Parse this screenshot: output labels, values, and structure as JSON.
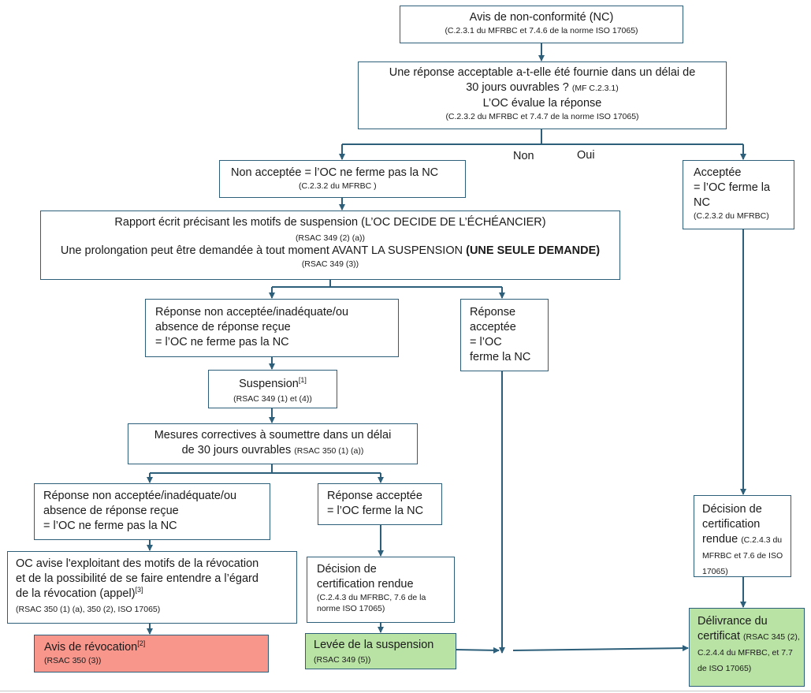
{
  "boxes": {
    "b1": {
      "title": "Avis de non-conformité (NC)",
      "ref": "(C.2.3.1 du MFRBC et 7.4.6 de la norme ISO 17065)"
    },
    "b2": {
      "line1": "Une réponse acceptable a-t-elle été fournie dans un délai de",
      "line2": "30 jours ouvrables ?",
      "line2_ref": "(MF C.2.3.1)",
      "line3": "L’OC évalue la réponse",
      "ref": "(C.2.3.2 du MFRBC et 7.4.7 de la norme ISO 17065)"
    },
    "b3": {
      "text": "Non acceptée = l’OC ne ferme pas la NC",
      "ref": "(C.2.3.2 du MFRBC )"
    },
    "b4": {
      "l1": "Acceptée",
      "l2": "= l’OC ferme la",
      "l3": "NC",
      "ref": "(C.2.3.2 du MFRBC)"
    },
    "b5": {
      "line1": "Rapport écrit précisant les motifs de suspension (L’OC DECIDE DE L’ÉCHÉANCIER)",
      "ref1": "(RSAC 349 (2) (a))",
      "line2": "Une prolongation peut être demandée à tout moment AVANT LA SUSPENSION",
      "line2_bold": "(UNE SEULE DEMANDE)",
      "ref2": "(RSAC 349 (3))"
    },
    "b6": {
      "l1": "Réponse non acceptée/inadéquate/ou",
      "l2": "absence de réponse reçue",
      "l3": "= l’OC ne ferme pas la NC"
    },
    "b7": {
      "l1": "Réponse",
      "l2": "acceptée",
      "l3": "= l’OC",
      "l4": "ferme la NC"
    },
    "b8": {
      "title": "Suspension",
      "sup": "[1]",
      "ref": "(RSAC 349  (1) et (4))"
    },
    "b9": {
      "line1": "Mesures correctives à soumettre dans un délai",
      "line2": "de 30 jours ouvrables",
      "ref": "(RSAC 350 (1) (a))"
    },
    "b10": {
      "l1": "Réponse non acceptée/inadéquate/ou",
      "l2": "absence de réponse reçue",
      "l3": "= l’OC ne ferme pas la NC"
    },
    "b11": {
      "l1": "Réponse acceptée",
      "l2": "= l’OC ferme la NC"
    },
    "b12": {
      "l1": "Décision de",
      "l2": "certification",
      "l3": "rendue",
      "ref": "(C.2.4.3 du MFRBC et 7.6 de ISO 17065)"
    },
    "b13": {
      "l1": "OC avise l'exploitant des motifs de la révocation",
      "l2": "et de la possibilité de se faire entendre a l’égard",
      "l3": "de la révocation (appel)",
      "sup": "[3]",
      "ref": "(RSAC 350 (1) (a), 350 (2), ISO 17065)"
    },
    "b14": {
      "l1": "Décision de",
      "l2": "certification rendue",
      "ref": "(C.2.4.3 du MFRBC, 7.6 de la norme ISO 17065)"
    },
    "b15": {
      "title": "Avis de révocation",
      "sup": "[2]",
      "ref": "(RSAC 350 (3))"
    },
    "b16": {
      "title": "Levée de la suspension",
      "ref": "(RSAC 349 (5))"
    },
    "b17": {
      "l1": "Délivrance du",
      "l2": "certificat",
      "ref": "(RSAC 345 (2), C.2.4.4 du MFRBC, et 7.7 de ISO 17065)"
    }
  },
  "labels": {
    "non": "Non",
    "oui": "Oui"
  },
  "colors": {
    "line": "#2d5f7a",
    "red_fill": "#f8968c",
    "green_fill": "#b9e3a4"
  }
}
